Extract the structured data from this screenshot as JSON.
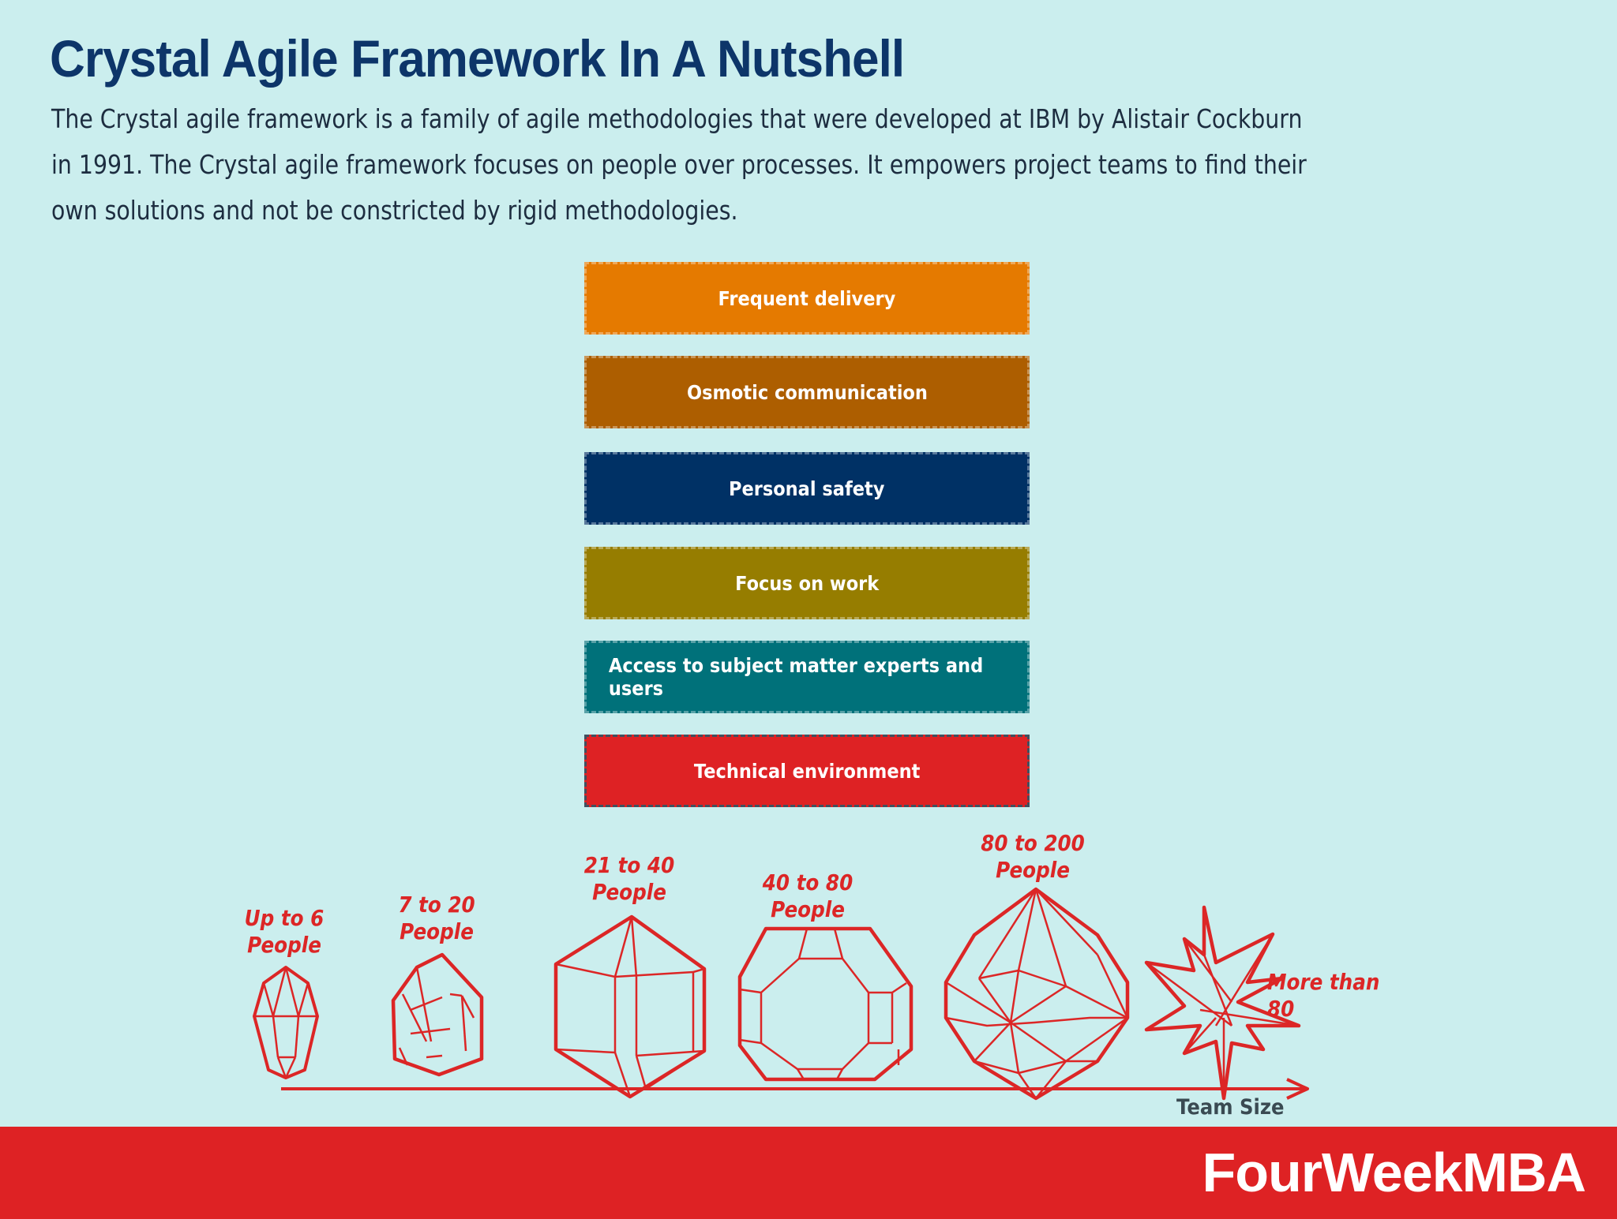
{
  "header": {
    "title": "Crystal Agile Framework In A Nutshell",
    "intro": "The Crystal agile framework is a family of agile methodologies that were developed at IBM by Alistair Cockburn in 1991. The Crystal agile framework focuses on people over processes. It empowers project teams to find their own solutions and not be constricted by rigid methodologies."
  },
  "properties": [
    {
      "label": "Frequent delivery",
      "color": "#e57a00"
    },
    {
      "label": "Osmotic communication",
      "color": "#ad5e00"
    },
    {
      "label": "Personal safety",
      "color": "#003165"
    },
    {
      "label": "Focus on work",
      "color": "#967d00"
    },
    {
      "label": "Access to subject matter experts and users",
      "color": "#00717a"
    },
    {
      "label": "Technical environment",
      "color": "#de2224"
    }
  ],
  "crystals": [
    {
      "label": "Up to 6\nPeople",
      "icon": "crystal-clear-icon"
    },
    {
      "label": "7 to 20\nPeople",
      "icon": "crystal-yellow-icon"
    },
    {
      "label": "21 to 40\nPeople",
      "icon": "crystal-orange-icon"
    },
    {
      "label": "40 to 80\nPeople",
      "icon": "crystal-red-icon"
    },
    {
      "label": "80 to 200\nPeople",
      "icon": "crystal-maroon-icon"
    },
    {
      "label": "More than 80",
      "icon": "crystal-diamond-icon"
    }
  ],
  "axis": {
    "label": "Team Size",
    "color": "#dc2626"
  },
  "footer": {
    "brand": "FourWeekMBA",
    "color": "#de2224"
  }
}
